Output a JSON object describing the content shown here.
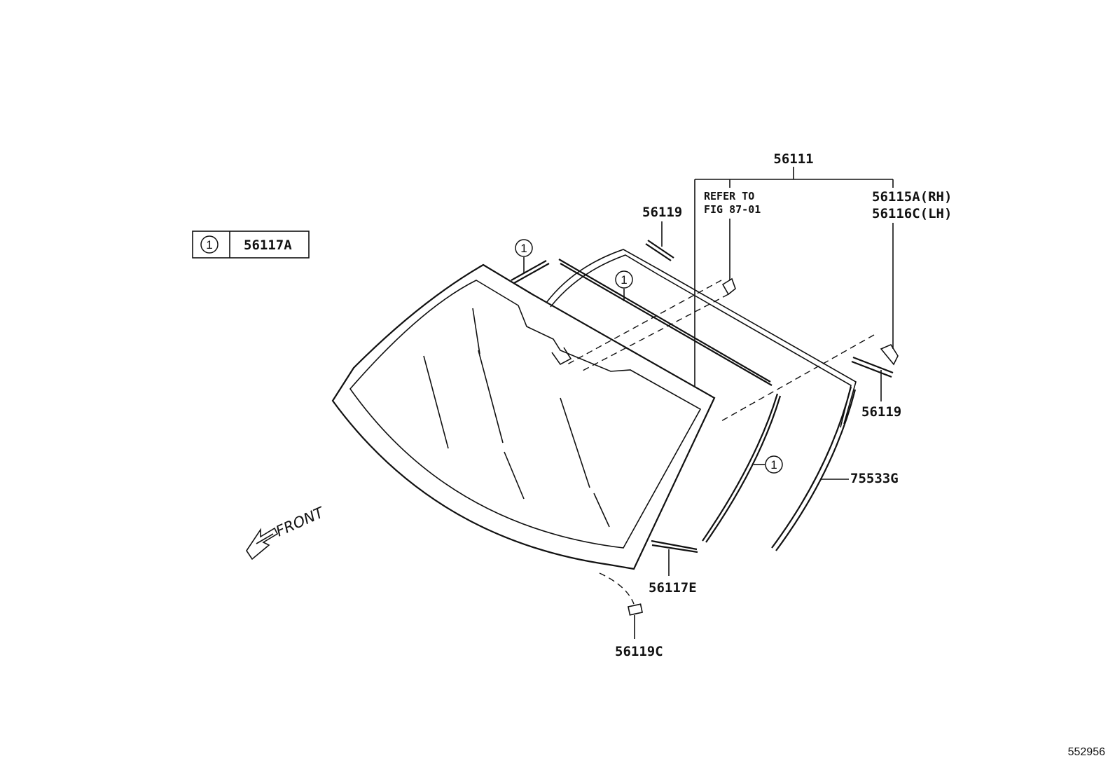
{
  "legend": {
    "symbol": "1",
    "part_no": "56117A"
  },
  "parts": {
    "p56111": "56111",
    "refer_line1": "REFER TO",
    "refer_line2": "FIG 87-01",
    "p56115a": "56115A(RH)",
    "p56116c": "56116C(LH)",
    "p56119_top": "56119",
    "p56119_right": "56119",
    "p75533g": "75533G",
    "p56117e": "56117E",
    "p56119c": "56119C"
  },
  "callouts": {
    "c1": "1",
    "c2": "1",
    "c3": "1"
  },
  "front_label": "FRONT",
  "figure_number": "552956"
}
